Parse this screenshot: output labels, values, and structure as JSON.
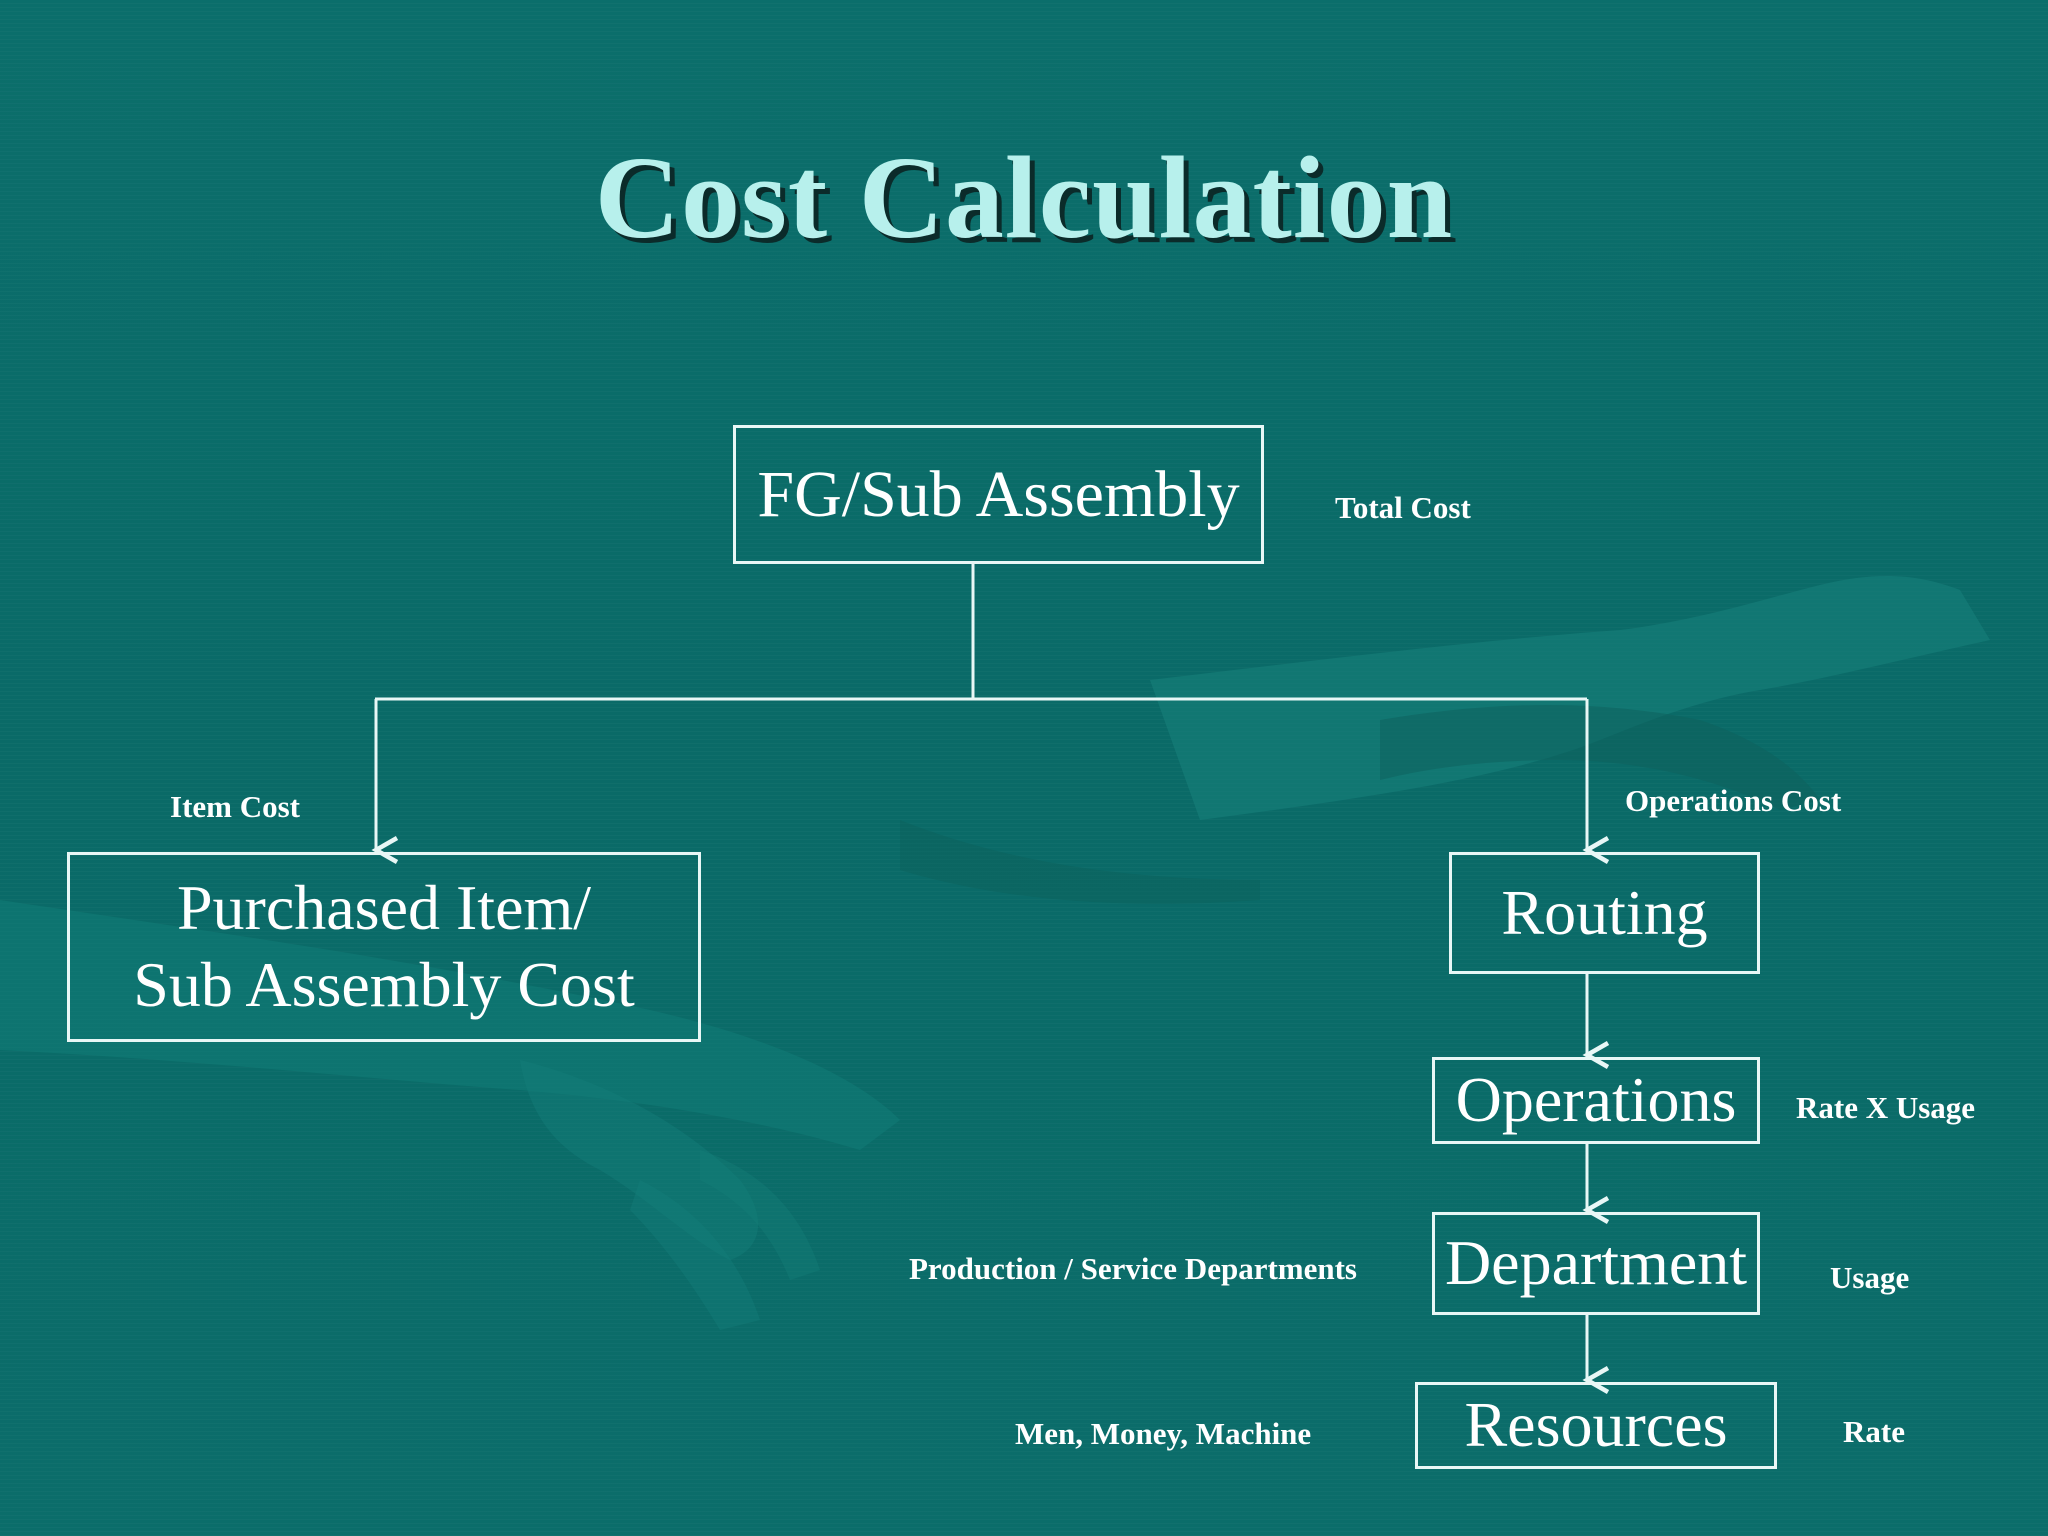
{
  "title": "Cost Calculation",
  "boxes": {
    "fg": "FG/Sub Assembly",
    "purchased_line1": "Purchased Item/",
    "purchased_line2": "Sub Assembly Cost",
    "routing": "Routing",
    "operations": "Operations",
    "department": "Department",
    "resources": "Resources"
  },
  "labels": {
    "total_cost": "Total Cost",
    "item_cost": "Item Cost",
    "operations_cost": "Operations Cost",
    "rate_x_usage": "Rate X Usage",
    "production_service": "Production / Service Departments",
    "usage": "Usage",
    "men_money_machine": "Men, Money, Machine",
    "rate": "Rate"
  },
  "colors": {
    "background": "#0a6b68",
    "title": "#b7f0ec",
    "lines": "#e8f7f6"
  }
}
